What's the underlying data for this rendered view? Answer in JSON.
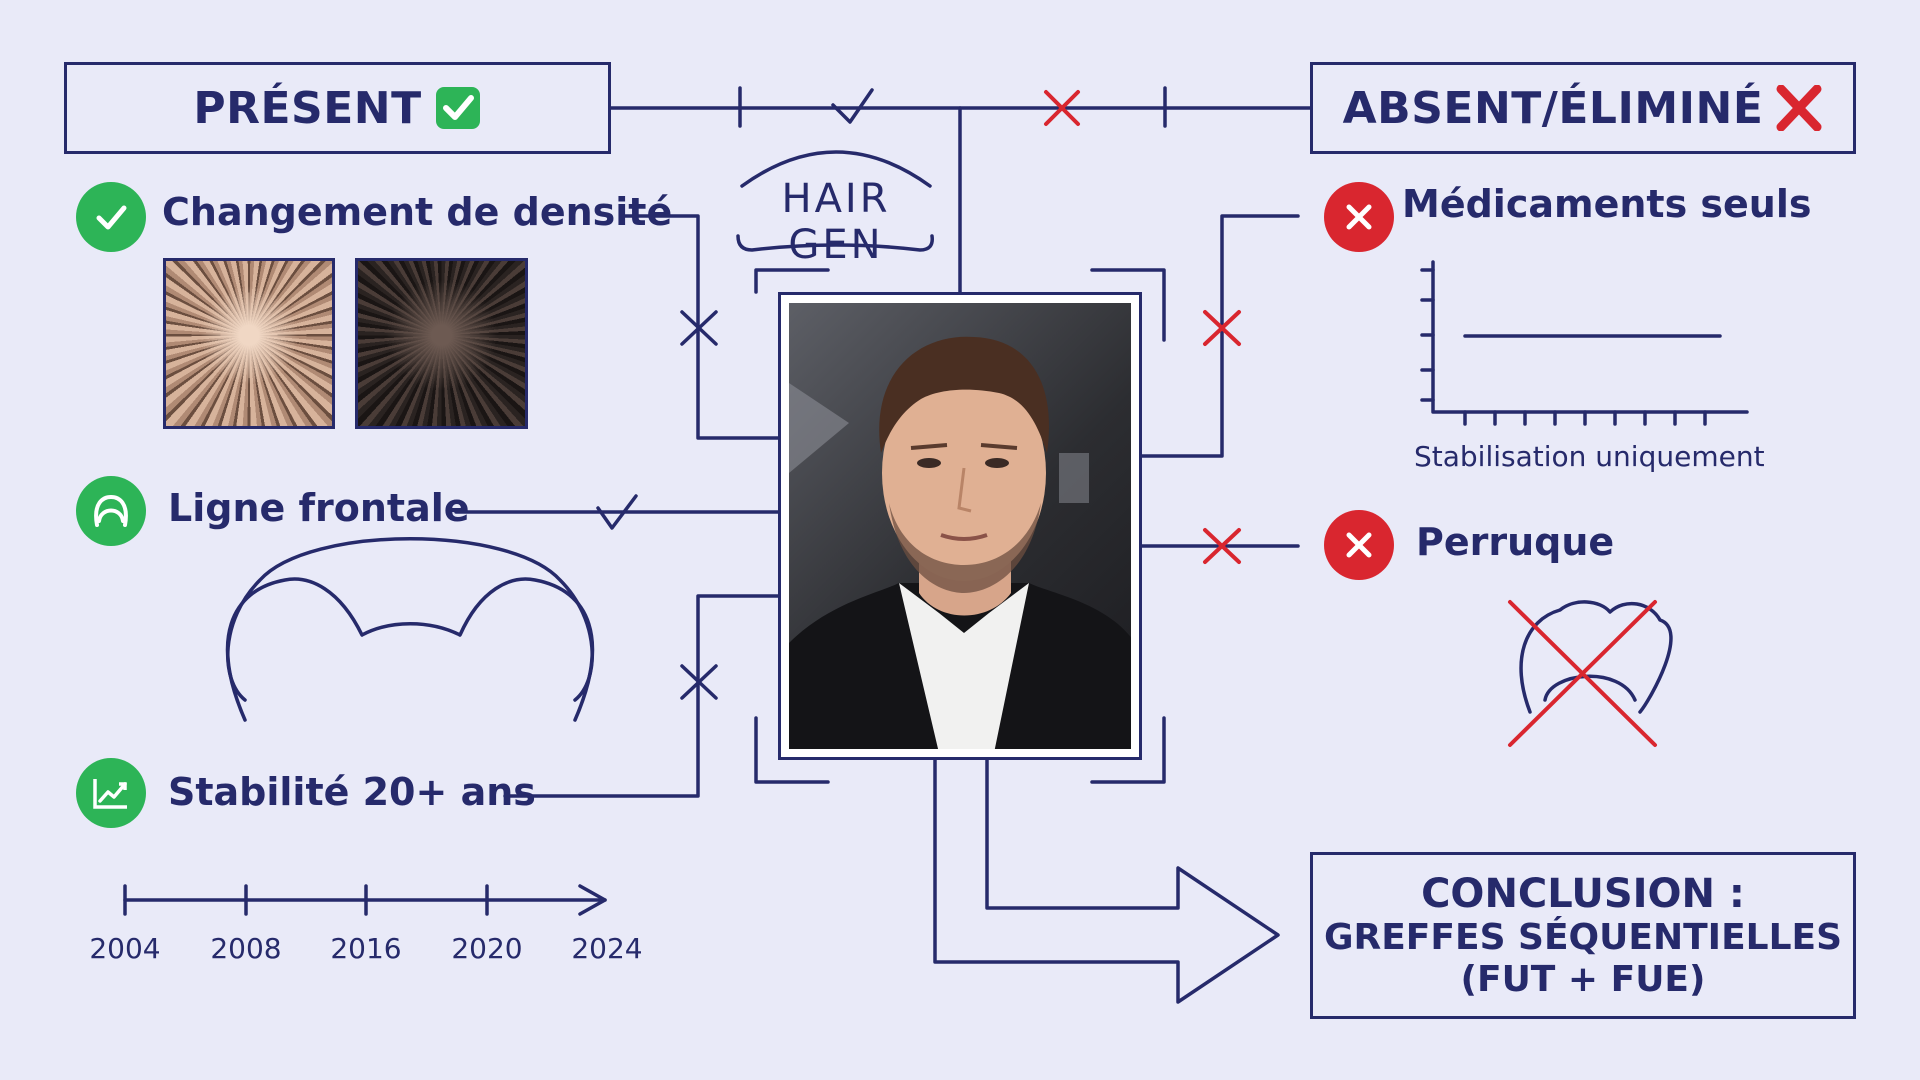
{
  "present": {
    "title": "PRÉSENT",
    "mark_icon": "check-box-icon"
  },
  "absent": {
    "title": "ABSENT/ÉLIMINÉ",
    "mark_icon": "cross-mark-icon"
  },
  "brand": {
    "name": "HAIR GEN"
  },
  "left_items": [
    {
      "label": "Changement de densité",
      "icon": "check-icon"
    },
    {
      "label": "Ligne frontale",
      "icon": "hairline-icon"
    },
    {
      "label": "Stabilité 20+ ans",
      "icon": "trend-chart-icon"
    }
  ],
  "timeline": {
    "years": [
      "2004",
      "2008",
      "2016",
      "2020",
      "2024"
    ]
  },
  "right_items": [
    {
      "label": "Médicaments seuls",
      "icon": "x-icon",
      "caption": "Stabilisation uniquement"
    },
    {
      "label": "Perruque",
      "icon": "x-icon"
    }
  ],
  "conclusion": {
    "line1": "CONCLUSION :",
    "line2": "GREFFES SÉQUENTIELLES",
    "line3": "(FUT + FUE)"
  },
  "colors": {
    "navy": "#262a6b",
    "green": "#2db457",
    "red": "#d9262f",
    "background": "#e9eaf8"
  }
}
